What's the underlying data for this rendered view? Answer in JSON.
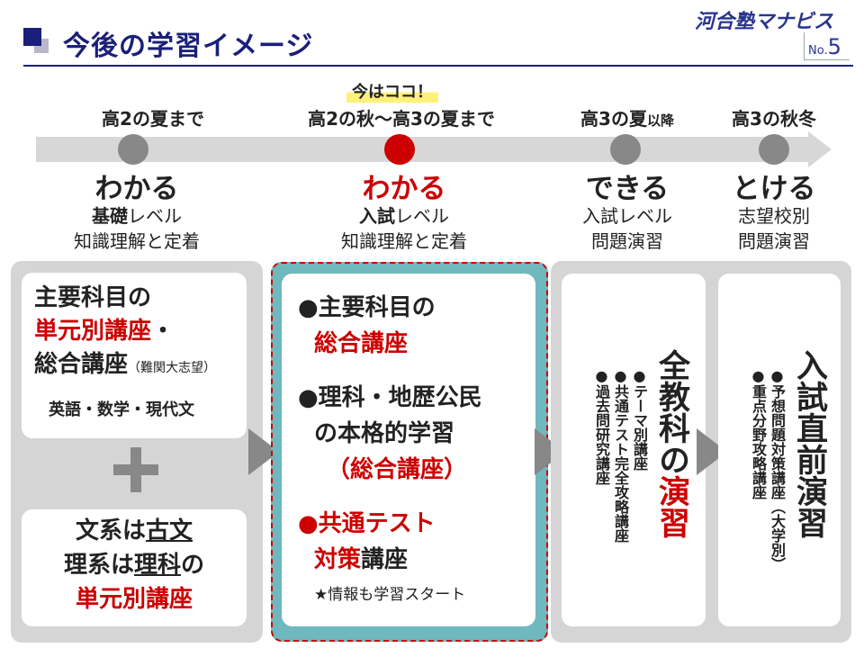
{
  "header": {
    "title": "今後の学習イメージ",
    "logo": "河合塾マナビス",
    "page_no_prefix": "No.",
    "page_no": "5"
  },
  "timeline": {
    "now_tag": "今はココ！",
    "stages": [
      {
        "label": "高2の夏まで",
        "label_suffix": "",
        "verb": "わかる",
        "sub1_bold": "基礎",
        "sub1_rest": "レベル",
        "sub2": "知識理解と定着"
      },
      {
        "label": "高2の秋～高3の夏まで",
        "label_suffix": "",
        "verb": "わかる",
        "sub1_bold": "入試",
        "sub1_rest": "レベル",
        "sub2": "知識理解と定着"
      },
      {
        "label": "高3の夏",
        "label_suffix": "以降",
        "verb": "できる",
        "sub1_bold": "",
        "sub1_rest": "入試レベル",
        "sub2": "問題演習"
      },
      {
        "label": "高3の秋冬",
        "label_suffix": "",
        "verb": "とける",
        "sub1_bold": "",
        "sub1_rest": "志望校別",
        "sub2": "問題演習"
      }
    ]
  },
  "panel1": {
    "card1_line1": "主要科目の",
    "card1_line2_red": "単元別講座",
    "card1_line2_rest": "・",
    "card1_line3": "総合講座",
    "card1_note": "（難関大志望）",
    "card1_subjects": "英語・数学・現代文",
    "card2_l1a": "文系は",
    "card2_l1b": "古文",
    "card2_l2a": "理系は",
    "card2_l2b": "理科",
    "card2_l2c": "の",
    "card2_l3": "単元別講座"
  },
  "panel2": {
    "item1_a": "●主要科目の",
    "item1_b": "総合講座",
    "item2_a": "●理科・地歴公民",
    "item2_b": "の本格的学習",
    "item2_c": "（総合講座）",
    "item3_a": "●共通テスト",
    "item3_b_red": "対策",
    "item3_b_rest": "講座",
    "note": "★情報も学習スタート"
  },
  "panel3": {
    "title_a": "全教科の",
    "title_b": "演習",
    "items": [
      "●テーマ別講座",
      "●共通テスト完全攻略講座",
      "●過去問研究講座"
    ]
  },
  "panel4": {
    "title": "入試直前演習",
    "items": [
      "●予想問題対策講座（大学別）",
      "●重点分野攻略講座"
    ]
  }
}
